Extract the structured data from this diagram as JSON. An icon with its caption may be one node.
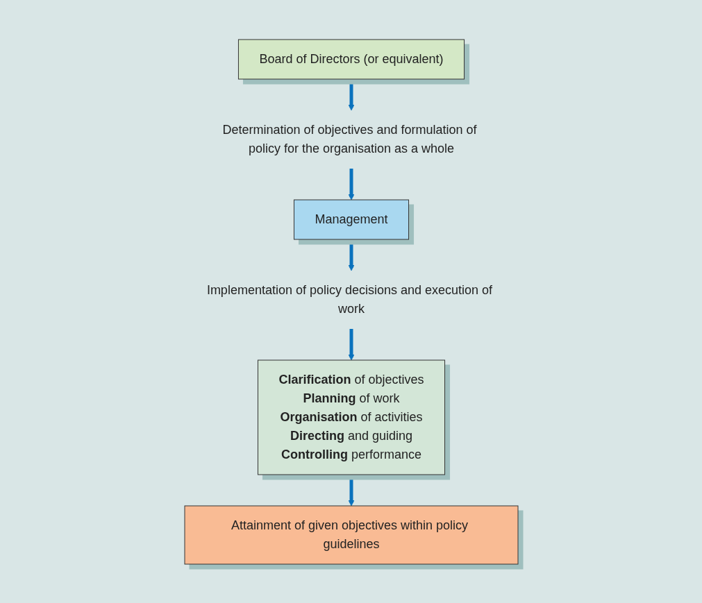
{
  "diagram": {
    "nodes": [
      {
        "text": [
          "Board of Directors (or equivalent)"
        ]
      },
      {
        "text": [
          "Determination of objectives and formulation of policy for the organisation as a whole"
        ]
      },
      {
        "text": [
          "Management"
        ]
      },
      {
        "text": [
          "Implementation of policy decisions and execution of work"
        ]
      },
      {
        "text": [
          "**Clarification** of objectives",
          "**Planning** of work",
          "**Organisation** of activities",
          "**Directing** and guiding",
          "**Controlling** performance"
        ]
      },
      {
        "text": [
          "Attainment of given objectives within policy guidelines"
        ]
      }
    ],
    "edges": [
      {
        "from": 0,
        "to": 1,
        "arrow": "to"
      },
      {
        "from": 1,
        "to": 2,
        "arrow": "to"
      },
      {
        "from": 2,
        "to": 3,
        "arrow": "to"
      },
      {
        "from": 3,
        "to": 4,
        "arrow": "to"
      },
      {
        "from": 4,
        "to": 5,
        "arrow": "to"
      }
    ]
  }
}
